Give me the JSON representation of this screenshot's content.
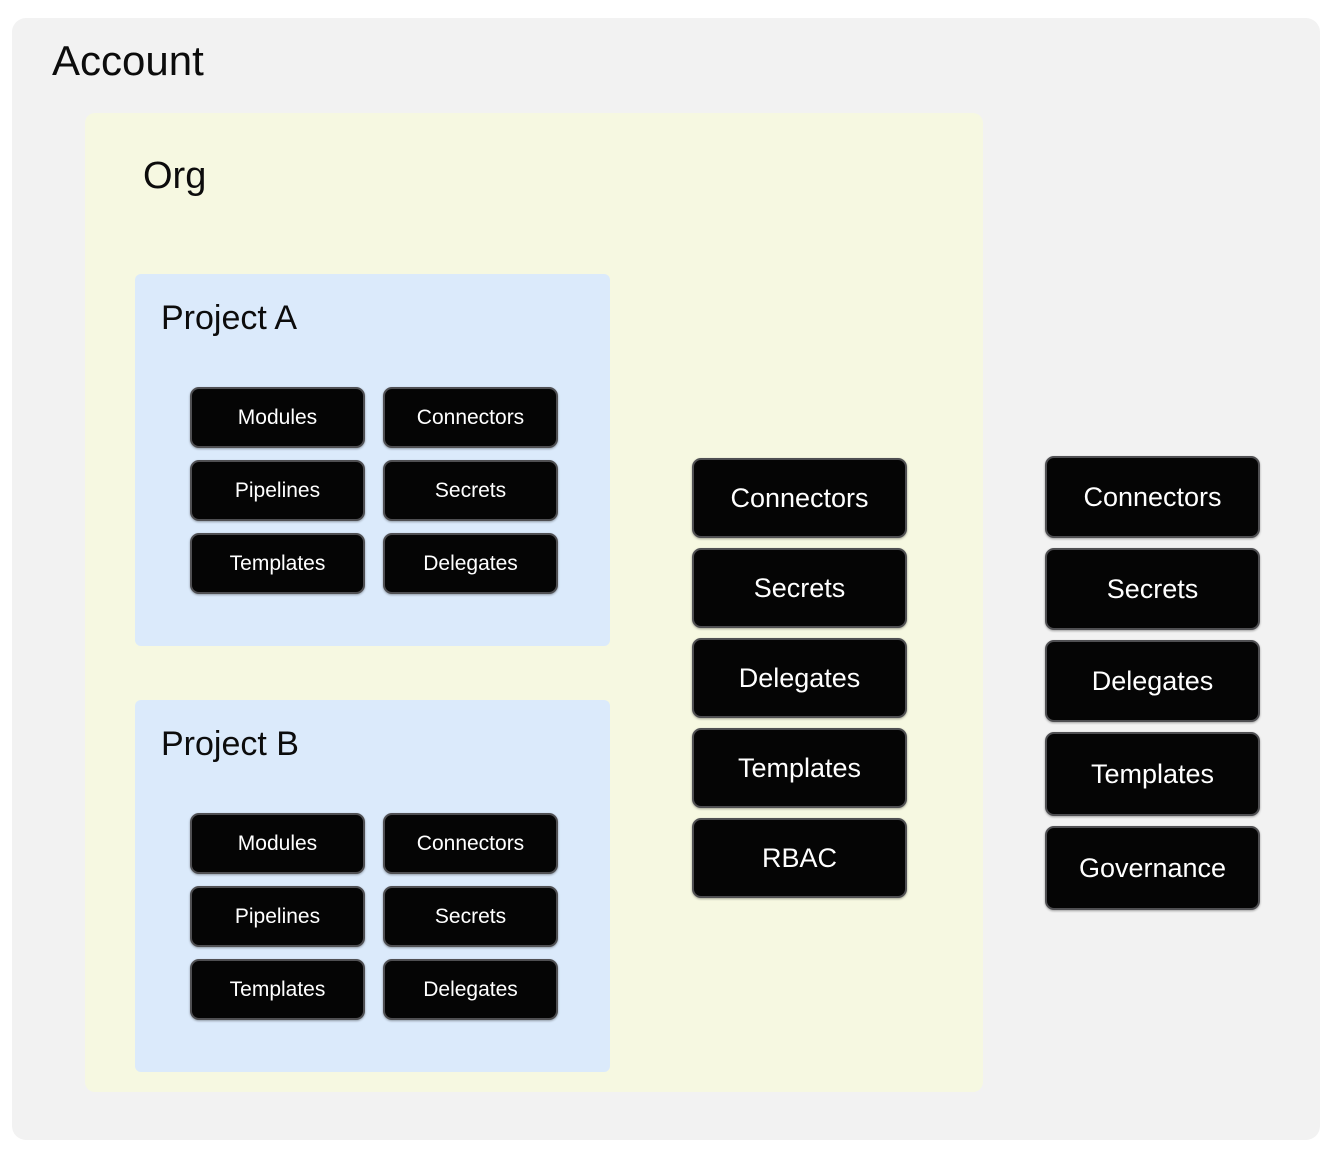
{
  "diagram": {
    "title": "Account",
    "colors": {
      "page_background": "#ffffff",
      "account_panel": "#f2f2f2",
      "org_panel": "#f6f8e1",
      "project_panel": "#dbeafb",
      "chip_fill": "#050505",
      "chip_border": "#4f4f52",
      "chip_text": "#ffffff",
      "title_text": "#0c0c0c"
    },
    "org": {
      "title": "Org",
      "projects": [
        {
          "title": "Project A",
          "chips": [
            "Modules",
            "Connectors",
            "Pipelines",
            "Secrets",
            "Templates",
            "Delegates"
          ]
        },
        {
          "title": "Project B",
          "chips": [
            "Modules",
            "Connectors",
            "Pipelines",
            "Secrets",
            "Templates",
            "Delegates"
          ]
        }
      ],
      "org_level_chips": [
        "Connectors",
        "Secrets",
        "Delegates",
        "Templates",
        "RBAC"
      ]
    },
    "account_level_chips": [
      "Connectors",
      "Secrets",
      "Delegates",
      "Templates",
      "Governance"
    ]
  }
}
